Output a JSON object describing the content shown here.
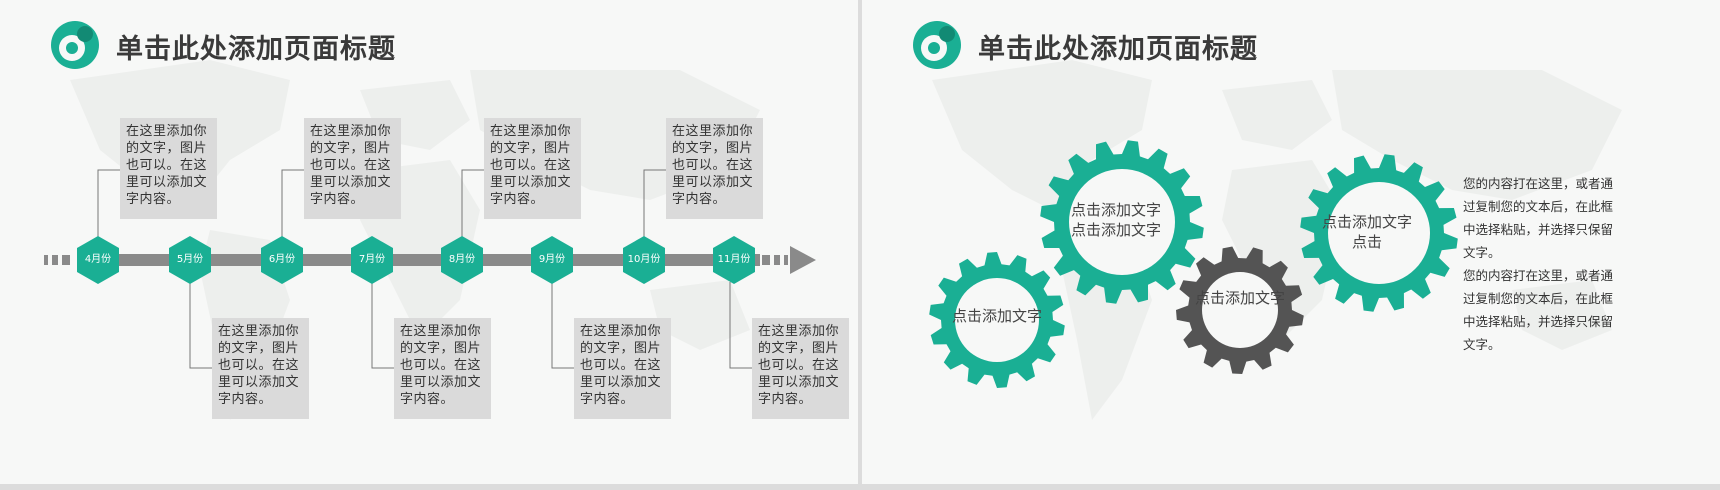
{
  "left_slide": {
    "title": "单击此处添加页面标题",
    "months": [
      "4月份",
      "5月份",
      "6月份",
      "7月份",
      "8月份",
      "9月份",
      "10月份",
      "11月份"
    ],
    "box_text": "在这里添加你的文字，图片也可以。在这里可以添加文字内容。"
  },
  "right_slide": {
    "title": "单击此处添加页面标题",
    "gears": [
      {
        "text": "点击添加文字",
        "color": "#1aaf94"
      },
      {
        "text": "点击添加文字点击添加文字",
        "color": "#1aaf94"
      },
      {
        "text": "点击添加文字",
        "color": "#545454"
      },
      {
        "text": "点击添加文字点击",
        "color": "#1aaf94"
      }
    ],
    "side_text_1": "您的内容打在这里，或者通过复制您的文本后，在此框中选择粘贴，并选择只保留文字。",
    "side_text_2": "您的内容打在这里，或者通过复制您的文本后，在此框中选择粘贴，并选择只保留文字。"
  },
  "colors": {
    "accent": "#1aaf94",
    "dark_gear": "#545454",
    "bar": "#8a8a8a",
    "box": "#dadada"
  }
}
